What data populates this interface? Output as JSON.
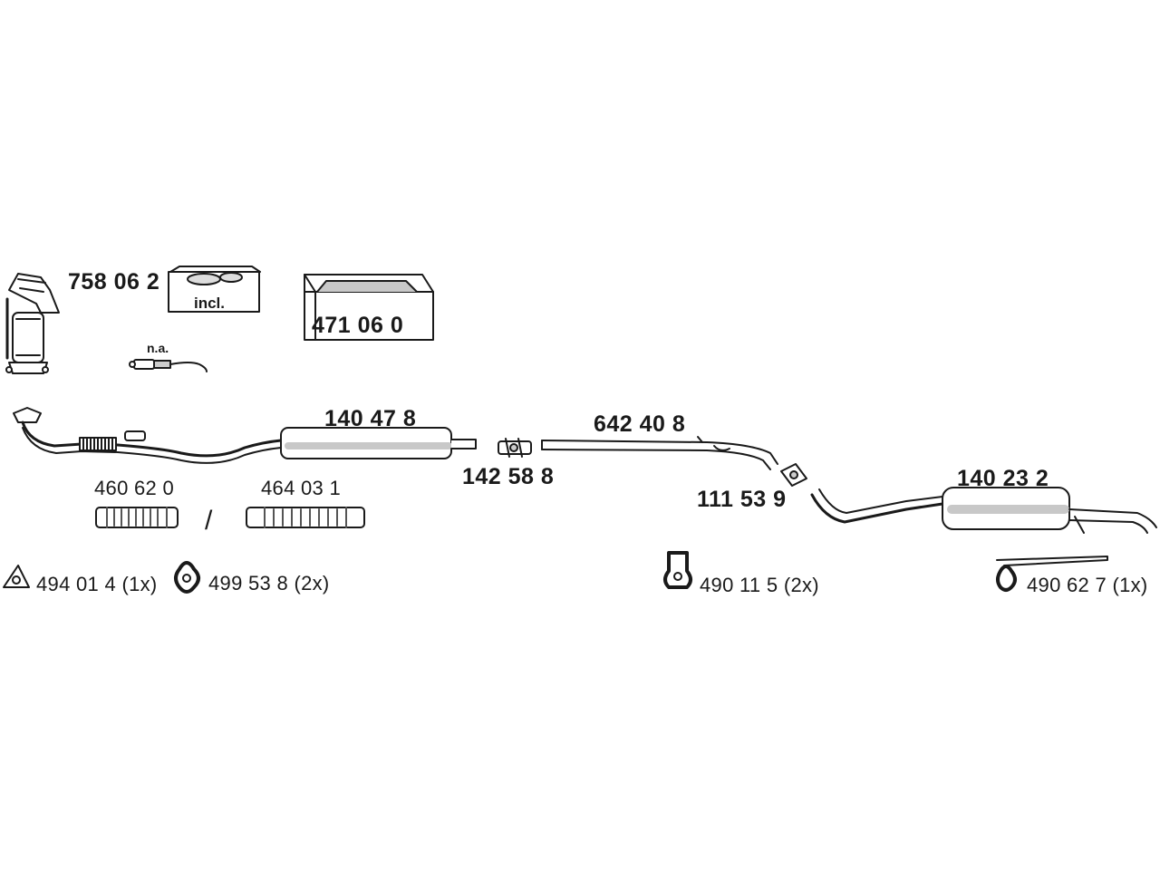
{
  "parts": {
    "catalyst": "758 06 2",
    "catalyst_incl": "incl.",
    "oxygen_sensor_na": "n.a.",
    "mounting_kit": "471 06 0",
    "front_pipe_muffler": "140 47 8",
    "flex_pipe_a": "460 62 0",
    "flex_pipe_separator": "/",
    "flex_pipe_b": "464 03 1",
    "clamp_1": "142 58 8",
    "middle_pipe": "642 40 8",
    "clamp_2": "111 53 9",
    "rear_muffler": "140 23 2",
    "gasket": "494 01 4 (1x)",
    "rubber_mount_1": "499 53 8 (2x)",
    "rubber_mount_2": "490 11 5 (2x)",
    "rear_hanger": "490 62 7 (1x)"
  },
  "colors": {
    "line": "#1a1a1a",
    "fill": "#ffffff",
    "shade": "#c8c8c8"
  }
}
